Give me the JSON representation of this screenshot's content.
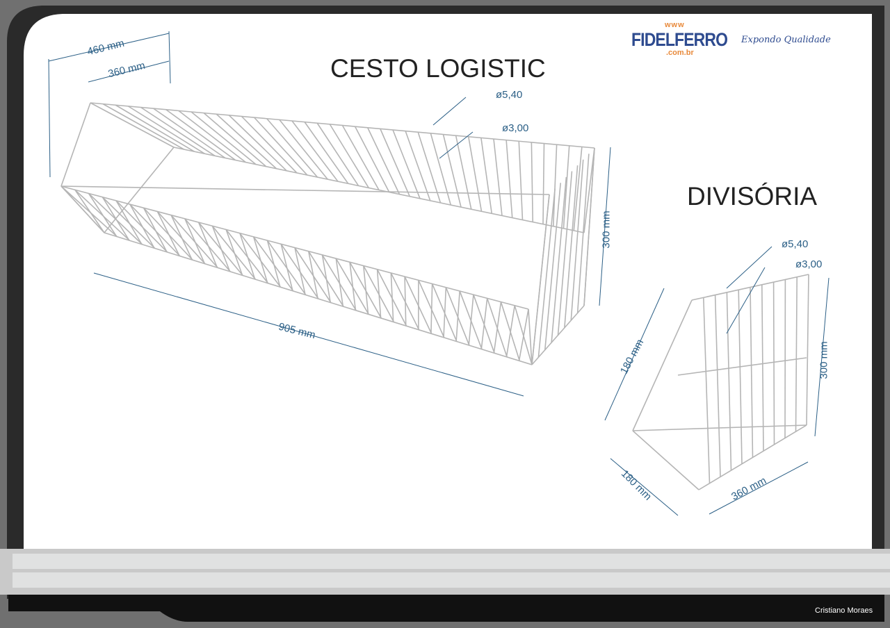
{
  "brand": {
    "www": "www",
    "name": "FIDELFERRO",
    "domain": ".com.br",
    "slogan": "Expondo Qualidade",
    "color": "#2e4b8f",
    "accent": "#e8893a"
  },
  "basket": {
    "title": "CESTO LOGISTIC",
    "dims": {
      "depth_outer": "460 mm",
      "depth_inner": "360 mm",
      "wire_thick": "ø5,40",
      "wire_thin": "ø3,00",
      "height": "300 mm",
      "length": "905 mm"
    }
  },
  "divider": {
    "title": "DIVISÓRIA",
    "dims": {
      "wire_thick": "ø5,40",
      "wire_thin": "ø3,00",
      "height": "300 mm",
      "side": "180 mm",
      "base_depth": "180 mm",
      "base_length": "360 mm"
    }
  },
  "footer": {
    "credit": "Cristiano Moraes"
  },
  "colors": {
    "dimension": "#2b5f86",
    "wire": "#b8b8b8"
  }
}
